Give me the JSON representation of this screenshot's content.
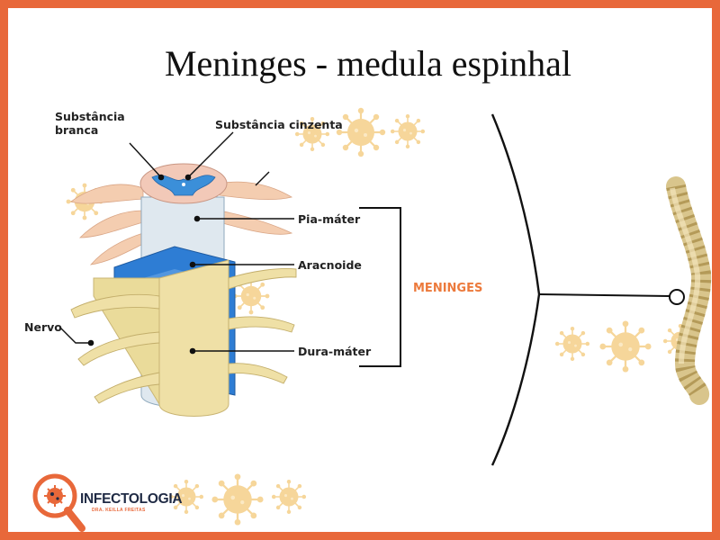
{
  "title": "Meninges - medula espinhal",
  "labels": {
    "white_matter": "Substância\nbranca",
    "gray_matter": "Substância cinzenta",
    "pia_mater": "Pia-máter",
    "arachnoid": "Aracnoide",
    "dura_mater": "Dura-máter",
    "nerve": "Nervo",
    "meninges": "MENINGES"
  },
  "logo": {
    "name": "INFECTOLOGIA",
    "subtitle": "DRA. KEILLA FREITAS"
  },
  "colors": {
    "border": "#e8683a",
    "meninges_label": "#ec7a3c",
    "virus_watermark": "#f7d9a0",
    "dura": "#efe0a6",
    "arachnoid": "#2f7fd6",
    "pia": "#d7e6f2"
  },
  "icons": [
    "virus-watermark-icon",
    "magnifier-virus-logo-icon"
  ]
}
